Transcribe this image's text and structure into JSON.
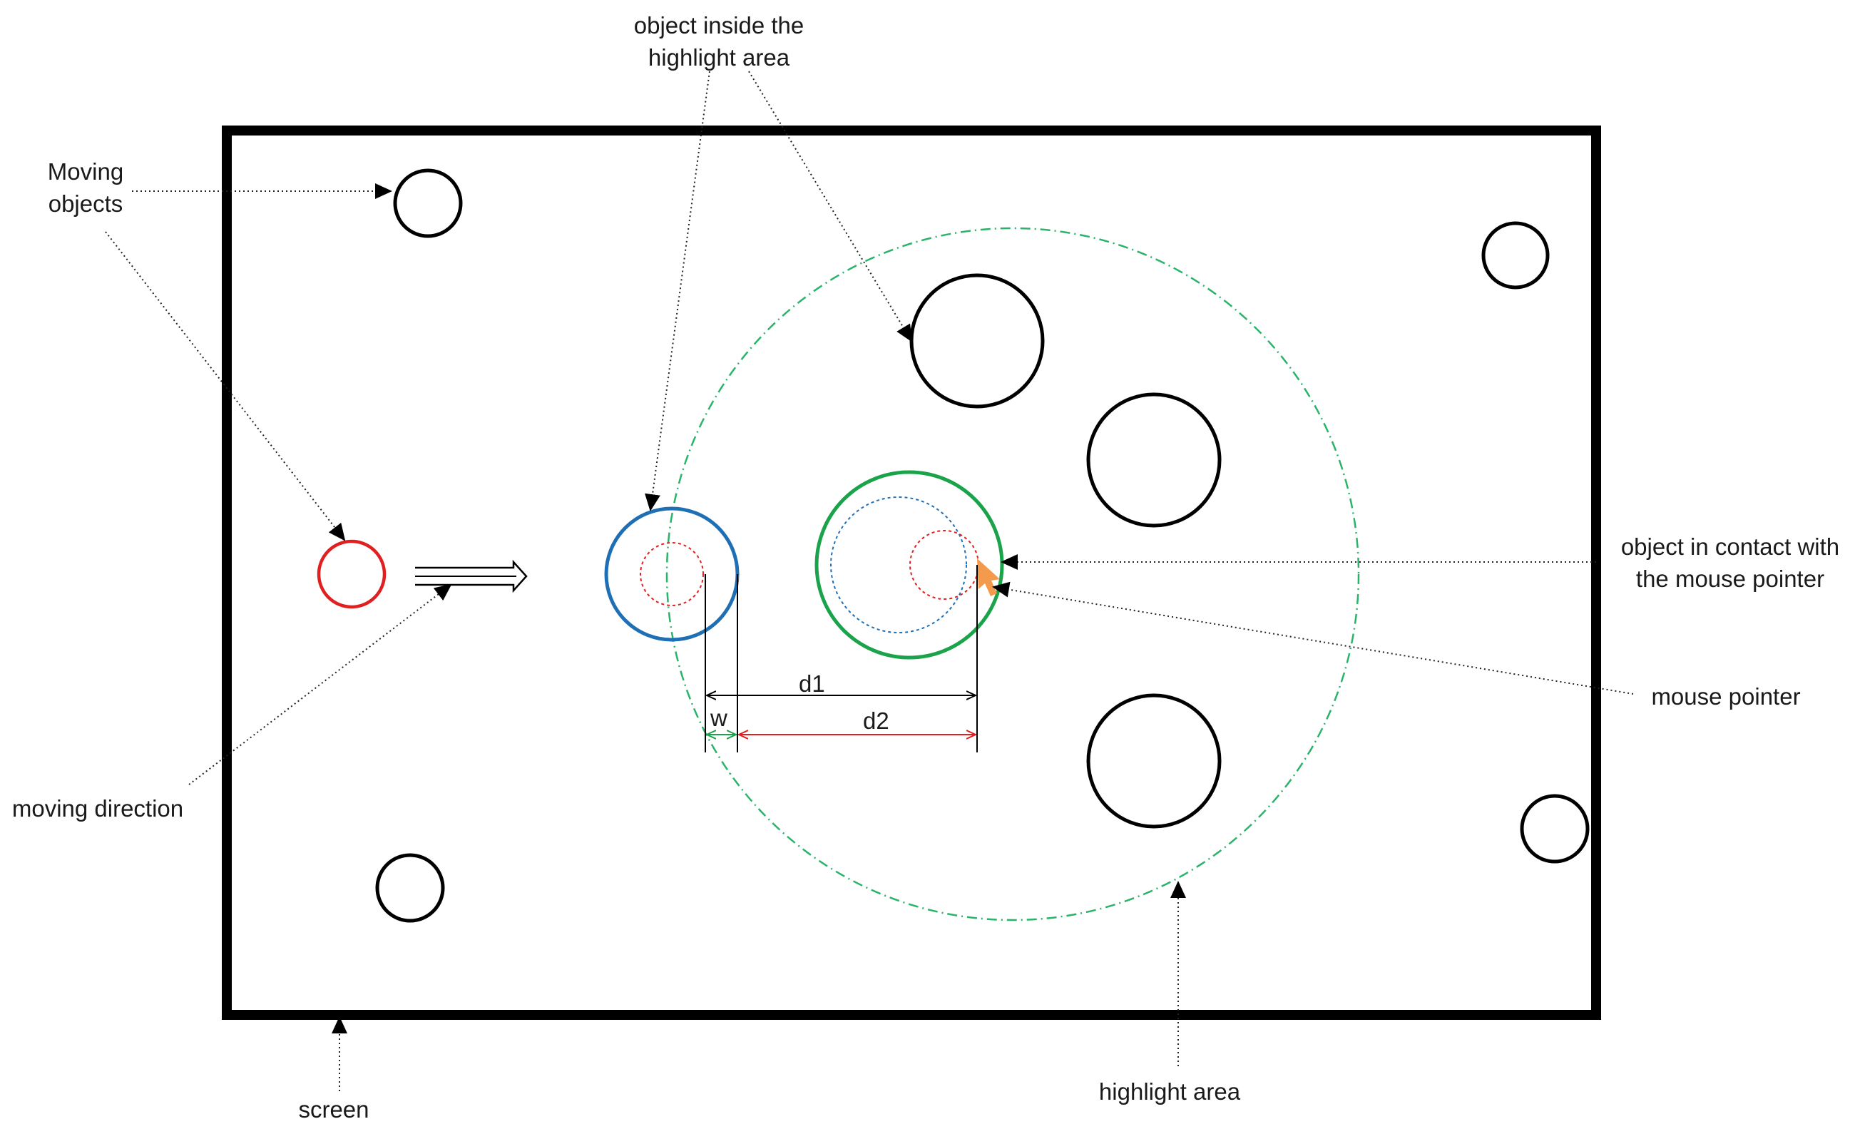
{
  "labels": {
    "object_inside": [
      "object inside the",
      "highlight area"
    ],
    "moving_objects": [
      "Moving",
      "objects"
    ],
    "object_contact": [
      "object in contact with",
      "the mouse pointer"
    ],
    "mouse_pointer": "mouse pointer",
    "moving_direction": "moving direction",
    "highlight_area": "highlight area",
    "screen": "screen",
    "d1": "d1",
    "d2": "d2",
    "w": "w"
  },
  "colors": {
    "screen_border": "#000000",
    "moving_object_fill": "#e02020",
    "inside_object": "#1f6fb5",
    "contact_object": "#1aa34a",
    "highlight_area": "#2ab36a",
    "pointer": "#f39a4c",
    "d2_arrow": "#e02020",
    "w_arrow": "#1aa34a"
  },
  "icons": {
    "pointer": "mouse-cursor-icon",
    "direction": "hollow-right-arrow-icon"
  }
}
